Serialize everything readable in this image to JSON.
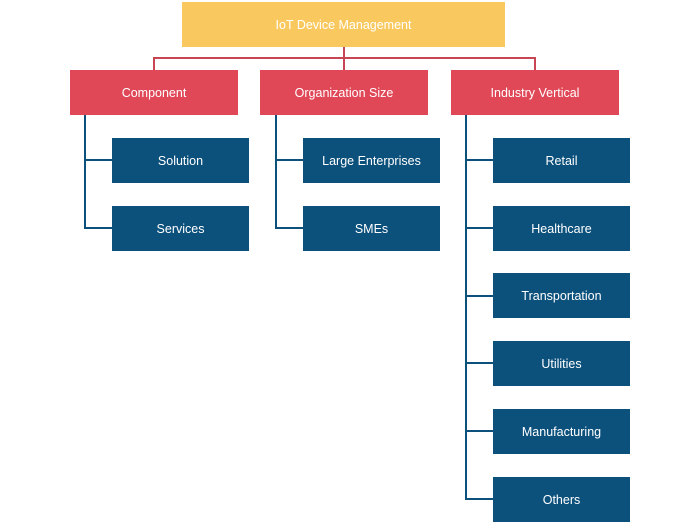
{
  "diagram": {
    "root": {
      "label": "IoT Device Management"
    },
    "categories": [
      {
        "label": "Component",
        "children": [
          "Solution",
          "Services"
        ]
      },
      {
        "label": "Organization Size",
        "children": [
          "Large Enterprises",
          "SMEs"
        ]
      },
      {
        "label": "Industry Vertical",
        "children": [
          "Retail",
          "Healthcare",
          "Transportation",
          "Utilities",
          "Manufacturing",
          "Others"
        ]
      }
    ]
  },
  "colors": {
    "root": "#f9c95f",
    "category": "#e04757",
    "connector_top": "#c84654",
    "leaf": "#0c507c"
  }
}
